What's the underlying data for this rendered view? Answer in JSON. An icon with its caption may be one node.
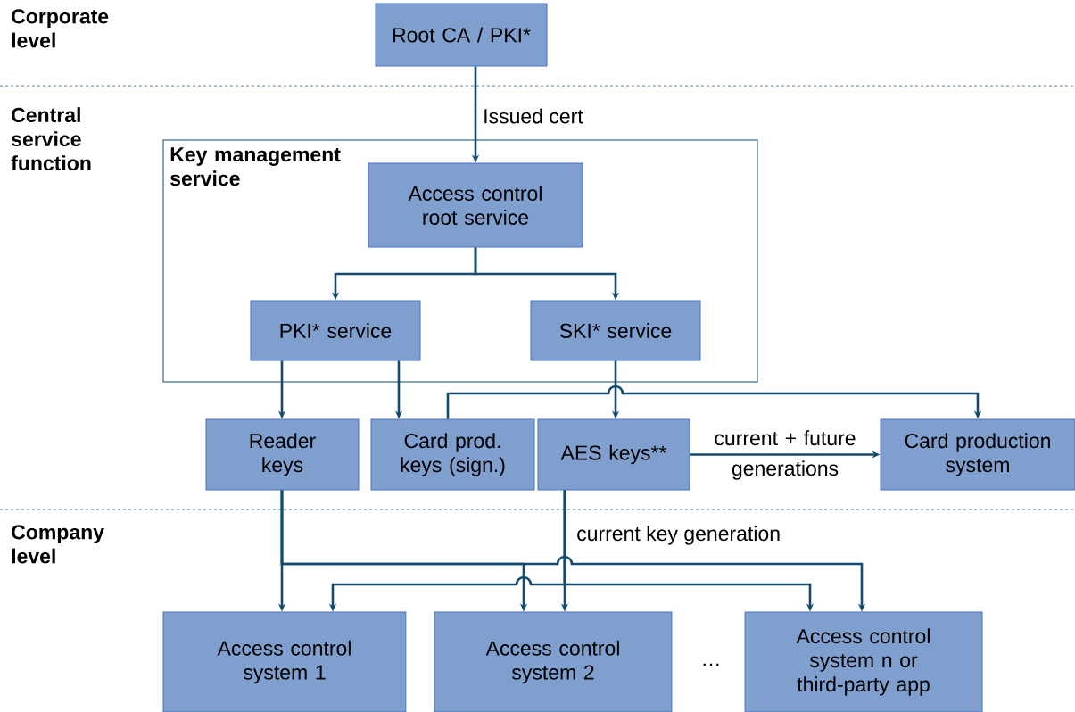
{
  "diagram": {
    "nodes": [
      {
        "text": [
          "Root CA / PKI*"
        ]
      },
      {
        "text": [
          "Key management service"
        ]
      },
      {
        "text": [
          "Access control root service"
        ],
        "in": 1
      },
      {
        "text": [
          "PKI* service"
        ],
        "in": 1
      },
      {
        "text": [
          "SKI* service"
        ],
        "in": 1
      },
      {
        "text": [
          "Reader keys"
        ]
      },
      {
        "text": [
          "Card prod. keys (sign.)"
        ]
      },
      {
        "text": [
          "AES keys**"
        ]
      },
      {
        "text": [
          "Card production system"
        ]
      },
      {
        "text": [
          "Access control system 1"
        ]
      },
      {
        "text": [
          "Access control system 2"
        ]
      },
      {
        "text": [
          "Access control system n or third-party app"
        ]
      }
    ],
    "edges": [
      {
        "from": 0,
        "to": 2,
        "arrow": "to",
        "label": "Issued cert"
      },
      {
        "from": 2,
        "to": 3,
        "arrow": "to"
      },
      {
        "from": 2,
        "to": 4,
        "arrow": "to"
      },
      {
        "from": 3,
        "to": 5,
        "arrow": "to"
      },
      {
        "from": 3,
        "to": 6,
        "arrow": "to"
      },
      {
        "from": 4,
        "to": 7,
        "arrow": "to"
      },
      {
        "from": 6,
        "to": 8,
        "arrow": "to"
      },
      {
        "from": 7,
        "to": 8,
        "arrow": "to",
        "label": "current + future generations"
      },
      {
        "from": 5,
        "to": 9,
        "arrow": "to"
      },
      {
        "from": 5,
        "to": 10,
        "arrow": "to"
      },
      {
        "from": 5,
        "to": 11,
        "arrow": "to"
      },
      {
        "from": 7,
        "to": 9,
        "arrow": "to"
      },
      {
        "from": 7,
        "to": 10,
        "arrow": "to",
        "label": "current key generation"
      },
      {
        "from": 7,
        "to": 11,
        "arrow": "to"
      }
    ],
    "labels": [
      "Corporate level",
      "Central service function",
      "Company level",
      "…"
    ]
  }
}
